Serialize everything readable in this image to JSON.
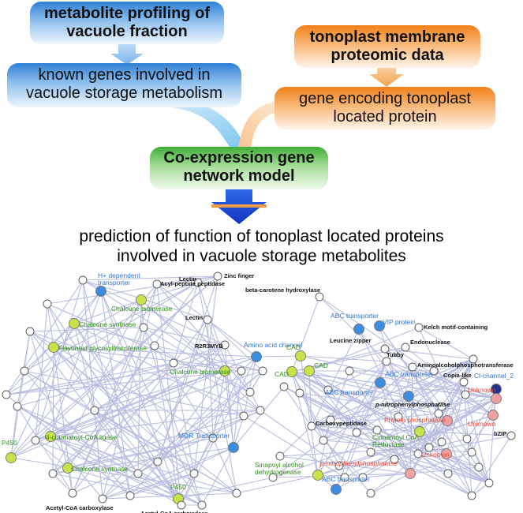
{
  "flow": {
    "box_metabolite": {
      "line1": "metabolite profiling of",
      "line2": "vacuole fraction"
    },
    "box_known_genes": {
      "line1": "known genes involved in",
      "line2": "vacuole storage metabolism"
    },
    "box_tonoplast_proteomic": {
      "line1": "tonoplast membrane",
      "line2": "proteomic data"
    },
    "box_gene_encoding": {
      "line1": "gene encoding tonoplast",
      "line2": "located protein"
    },
    "box_coexpression": {
      "line1": "Co-expression gene",
      "line2": "network model"
    },
    "prediction": {
      "line1": "prediction of function of tonoplast located proteins",
      "line2": "involved in vacuole storage metabolites"
    }
  },
  "colors": {
    "edge": "#b8bde0",
    "node_white": "#ffffff",
    "node_green": "#c8e24a",
    "node_blue": "#3c8ddf",
    "node_red": "#f0a0a0",
    "node_navy": "#25308f",
    "label_green": "#2f8f12",
    "label_blue": "#2f73d6",
    "label_red": "#e8442c",
    "label_black": "#111111",
    "arrow_blue": "#1a4ed8",
    "arrow_orange": "#f39a44"
  },
  "network": {
    "nodes": [
      {
        "id": "zinc",
        "label": "Zinc finger",
        "color": "white",
        "lcolor": "black"
      },
      {
        "id": "hplus",
        "label": "H+ dependent transporter",
        "color": "blue",
        "lcolor": "blue"
      },
      {
        "id": "acylpep",
        "label": "Acyl-peptide peptidase",
        "color": "white",
        "lcolor": "black"
      },
      {
        "id": "betacar",
        "label": "beta-carotene hydroxylase",
        "color": "white",
        "lcolor": "black"
      },
      {
        "id": "chalisoA",
        "label": "Chalcone isomerase",
        "color": "green",
        "lcolor": "green"
      },
      {
        "id": "lectin1",
        "label": "Lectin",
        "color": "white",
        "lcolor": "black"
      },
      {
        "id": "chalsynA",
        "label": "Chalcone synthase",
        "color": "green",
        "lcolor": "green"
      },
      {
        "id": "lectin2",
        "label": "Lectin",
        "color": "white",
        "lcolor": "black"
      },
      {
        "id": "flavgly",
        "label": "Flavonoid glycosyltransferase",
        "color": "green",
        "lcolor": "green"
      },
      {
        "id": "r2r3",
        "label": "R2R3MYB",
        "color": "white",
        "lcolor": "black"
      },
      {
        "id": "aminoacid",
        "label": "Amino acid channel",
        "color": "blue",
        "lcolor": "blue"
      },
      {
        "id": "chalisoB",
        "label": "Chalcone isomerase",
        "color": "green",
        "lcolor": "green"
      },
      {
        "id": "p450a",
        "label": "P450",
        "color": "green",
        "lcolor": "green"
      },
      {
        "id": "coumaroyl",
        "label": "4-coumaroyl-CoA ligase",
        "color": "green",
        "lcolor": "green"
      },
      {
        "id": "mdr",
        "label": "MDR Transporter",
        "color": "blue",
        "lcolor": "blue"
      },
      {
        "id": "chalsynB",
        "label": "Chalcone synthase",
        "color": "green",
        "lcolor": "green"
      },
      {
        "id": "p450b",
        "label": "P450",
        "color": "green",
        "lcolor": "green"
      },
      {
        "id": "acetyl1",
        "label": "Acetyl-CoA carboxylase",
        "color": "white",
        "lcolor": "black"
      },
      {
        "id": "acetyl2",
        "label": "Acetyl-CoA carboxylase",
        "color": "white",
        "lcolor": "black"
      },
      {
        "id": "cad1",
        "label": "CAD",
        "color": "green",
        "lcolor": "green"
      },
      {
        "id": "cad2",
        "label": "CAD",
        "color": "green",
        "lcolor": "green"
      },
      {
        "id": "cad3",
        "label": "CAD",
        "color": "green",
        "lcolor": "green"
      },
      {
        "id": "abc1",
        "label": "ABC transporter",
        "color": "blue",
        "lcolor": "blue"
      },
      {
        "id": "vip",
        "label": "VIP protein",
        "color": "blue",
        "lcolor": "blue"
      },
      {
        "id": "kelch",
        "label": "Kelch motif-containing",
        "color": "white",
        "lcolor": "black"
      },
      {
        "id": "leucine",
        "label": "Leucine zipper",
        "color": "white",
        "lcolor": "black"
      },
      {
        "id": "endonuc",
        "label": "Endonuclease",
        "color": "white",
        "lcolor": "black"
      },
      {
        "id": "tubby",
        "label": "Tubby",
        "color": "white",
        "lcolor": "black"
      },
      {
        "id": "aminoalc",
        "label": "Aminoalcoholphosphotransferase",
        "color": "white",
        "lcolor": "black"
      },
      {
        "id": "abc2",
        "label": "ABC transporter",
        "color": "blue",
        "lcolor": "blue"
      },
      {
        "id": "copia",
        "label": "Copia-like",
        "color": "white",
        "lcolor": "black"
      },
      {
        "id": "clchan",
        "label": "Cl-channel_2",
        "color": "navy",
        "lcolor": "blue"
      },
      {
        "id": "abc3",
        "label": "ABC transporter",
        "color": "blue",
        "lcolor": "blue"
      },
      {
        "id": "pnitro1",
        "label": "p-nitrophenylphosphatase",
        "color": "white",
        "lcolor": "black"
      },
      {
        "id": "unk1",
        "label": "Unknown",
        "color": "red",
        "lcolor": "red"
      },
      {
        "id": "unk2",
        "label": "Unknown",
        "color": "red",
        "lcolor": "red"
      },
      {
        "id": "protphos",
        "label": "Protein phosphatase",
        "color": "red",
        "lcolor": "red"
      },
      {
        "id": "carboxy",
        "label": "Carboxypeptidase",
        "color": "white",
        "lcolor": "black"
      },
      {
        "id": "bzip",
        "label": "bZIP",
        "color": "white",
        "lcolor": "black"
      },
      {
        "id": "cinnamoyl",
        "label": "Cinnamoyl CoA Reductase",
        "color": "green",
        "lcolor": "green"
      },
      {
        "id": "unk3",
        "label": "Unknown",
        "color": "red",
        "lcolor": "red"
      },
      {
        "id": "pnitro2",
        "label": "p-nitrophenylphosphatase",
        "color": "red",
        "lcolor": "red"
      },
      {
        "id": "sinapoyl",
        "label": "Sinapoyl alcohol dehydrogenase",
        "color": "green",
        "lcolor": "green"
      },
      {
        "id": "abc4",
        "label": "ABC transporter",
        "color": "blue",
        "lcolor": "blue"
      }
    ]
  }
}
